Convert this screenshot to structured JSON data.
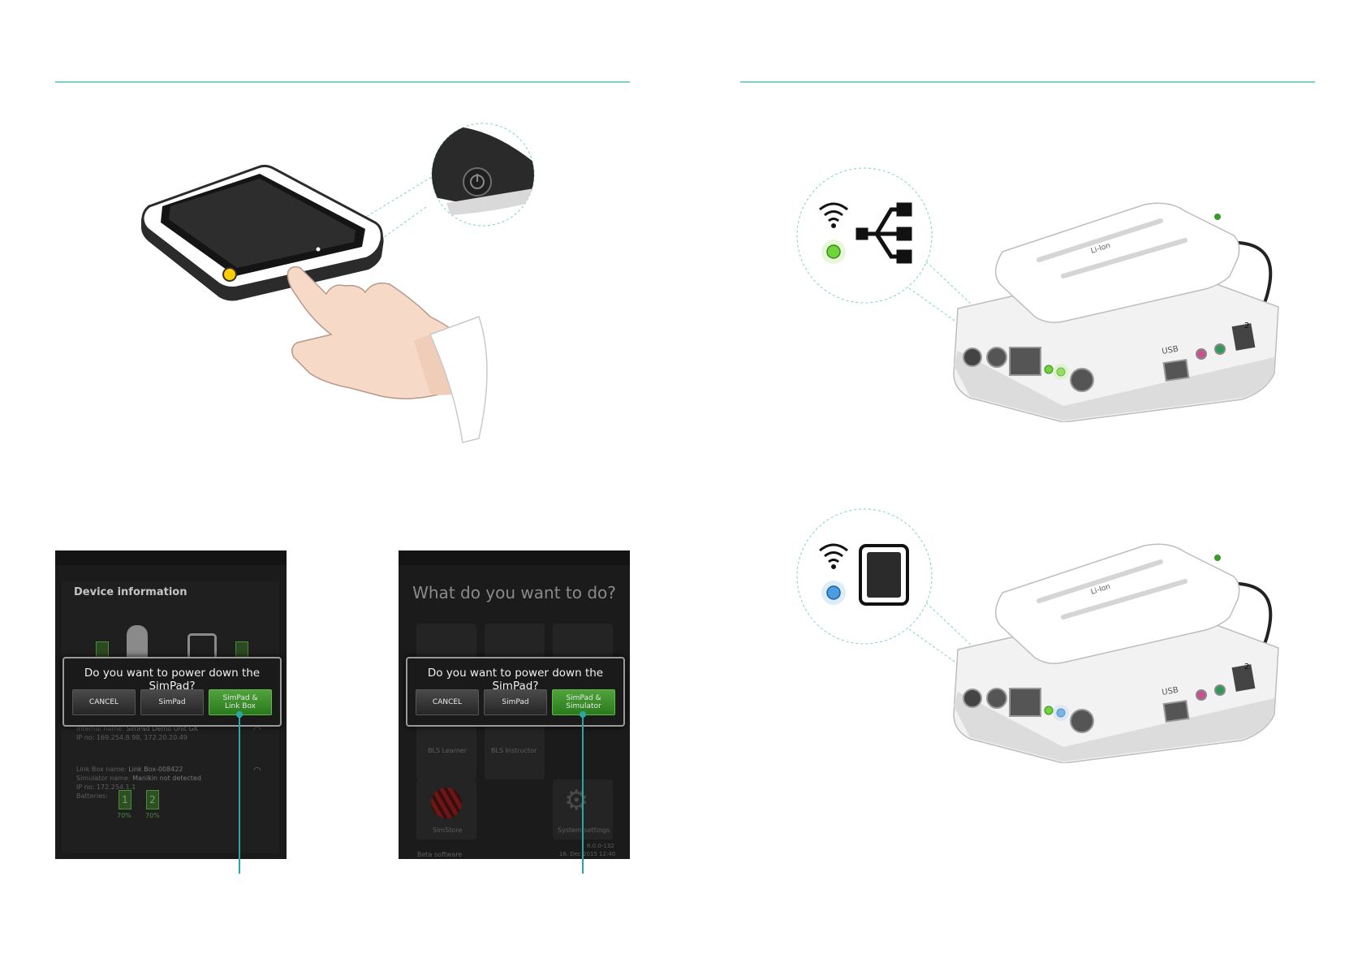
{
  "colors": {
    "rule": "#7fcfce",
    "accent": "#2aa6a6",
    "green_button": "#3d8f2b",
    "led_green": "#6fd43a",
    "led_blue": "#4a9de0"
  },
  "icons": [
    "power-icon",
    "wifi-icon",
    "usb-icon",
    "tablet-icon",
    "battery-icon",
    "gear-icon",
    "headphone-icon",
    "microphone-icon"
  ],
  "screen_left": {
    "title": "Device information",
    "row1_label": "Internal name:",
    "row1_value": "SimPad Demo Unit GK",
    "row1_ip": "IP no: 169.254.8.98, 172.20.20.49",
    "row2_label": "Link Box name:",
    "row2_value": "Link Box-008422",
    "row2_sim_label": "Simulator name:",
    "row2_sim_value": "Manikin not detected",
    "row2_ip": "IP no: 172.254.1.1",
    "row2_batt_label": "Batteries:",
    "battery1_pct": "70%",
    "battery2_pct": "70%",
    "battery1_num": "1",
    "battery2_num": "2"
  },
  "screen_right": {
    "title": "What do you want to do?",
    "tile_bls_learner": "BLS Learner",
    "tile_bls_instructor": "BLS Instructor",
    "tile_simstore": "SimStore",
    "tile_system_settings": "System settings",
    "beta": "Beta software",
    "version": "6.0.0-132",
    "date": "16. Dec 2015 12:40"
  },
  "dialog_left": {
    "question": "Do you want to power down the SimPad?",
    "cancel": "CANCEL",
    "simpad": "SimPad",
    "linkbox_l1": "SimPad &",
    "linkbox_l2": "Link Box"
  },
  "dialog_right": {
    "question": "Do you want to power down the SimPad?",
    "cancel": "CANCEL",
    "simpad": "SimPad",
    "sim_l1": "SimPad &",
    "sim_l2": "Simulator"
  },
  "linkbox": {
    "battery_label": "Li-Ion",
    "usb_label": "USB",
    "port_number": "2"
  }
}
